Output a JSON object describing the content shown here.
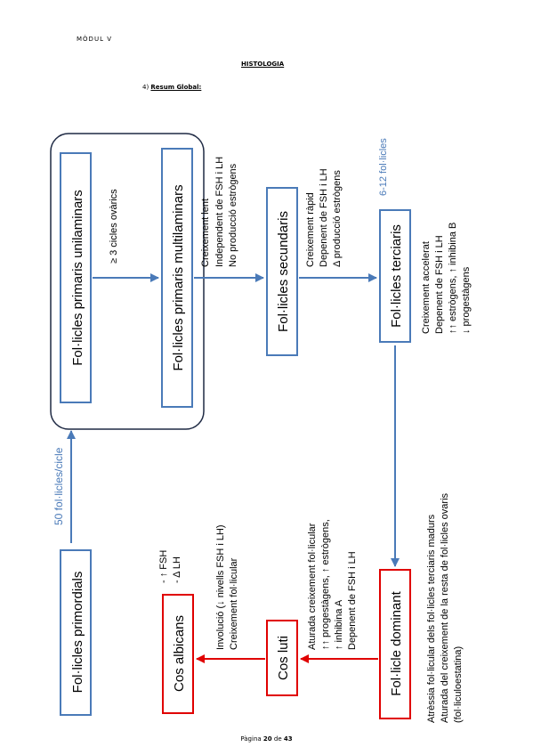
{
  "header": {
    "module": "MÒDUL V",
    "title": "HISTOLOGIA",
    "section_number": "4)",
    "section_title": "Resum Global:"
  },
  "diagram": {
    "primordials": "Fol·licles primordials",
    "rate": "50 fol·licles/cicle",
    "unilaminars": "Fol·licles primaris unilaminars",
    "cycles": "≥ 3 cicles ovàrics",
    "multilaminars": "Fol·licles primaris multilaminars",
    "multi_notes": [
      "Independent de FSH i LH",
      "No producció estrògens"
    ],
    "multi_growth": "Creixement lent",
    "secundaris": "Fol·licles secundaris",
    "sec_notes": [
      "Creixement ràpid",
      "Depenent de FSH i LH",
      "Δ producció estrògens"
    ],
    "terciaris": "Fol·licles terciaris",
    "terciaris_count": "6-12 fol·licles",
    "terc_notes": [
      "Creixement accelerat",
      "Depenent de FSH i LH",
      "↑↑ estrògens, ↑ inhibina B",
      "↓ progestàgens"
    ],
    "dominant": "Fol·licle dominant",
    "dominant_notes": [
      "Atrèssia fol·licular dels fol·licles terciaris madurs",
      "Aturada del creixement de la resta de fol·licles ovaris",
      "(fol·liculoestatina)"
    ],
    "luti": "Cos luti",
    "luti_notes": [
      "Aturada creixement fol·licular",
      "↑↑ progestàgens, ↑ estrògens,",
      "↑  inhibina A",
      "Depenent de FSH i LH"
    ],
    "albicans": "Cos albicans",
    "albicans_notes": [
      "Involució (↓ nivells FSH i LH)",
      "Creixement fol·licular"
    ],
    "hormone_notes": [
      "- ↑ FSH",
      "- Δ LH"
    ]
  },
  "footer": {
    "page_word": "Pàgina",
    "page_number": "20",
    "of_word": "de",
    "total_pages": "43"
  },
  "colors": {
    "blue_box": "#4a7ab8",
    "red_box": "#e00000",
    "arrow_blue": "#4a7ab8",
    "arrow_red": "#e00000",
    "accent_text": "#4a7ab8",
    "rounded_group": "#1f2a44"
  }
}
